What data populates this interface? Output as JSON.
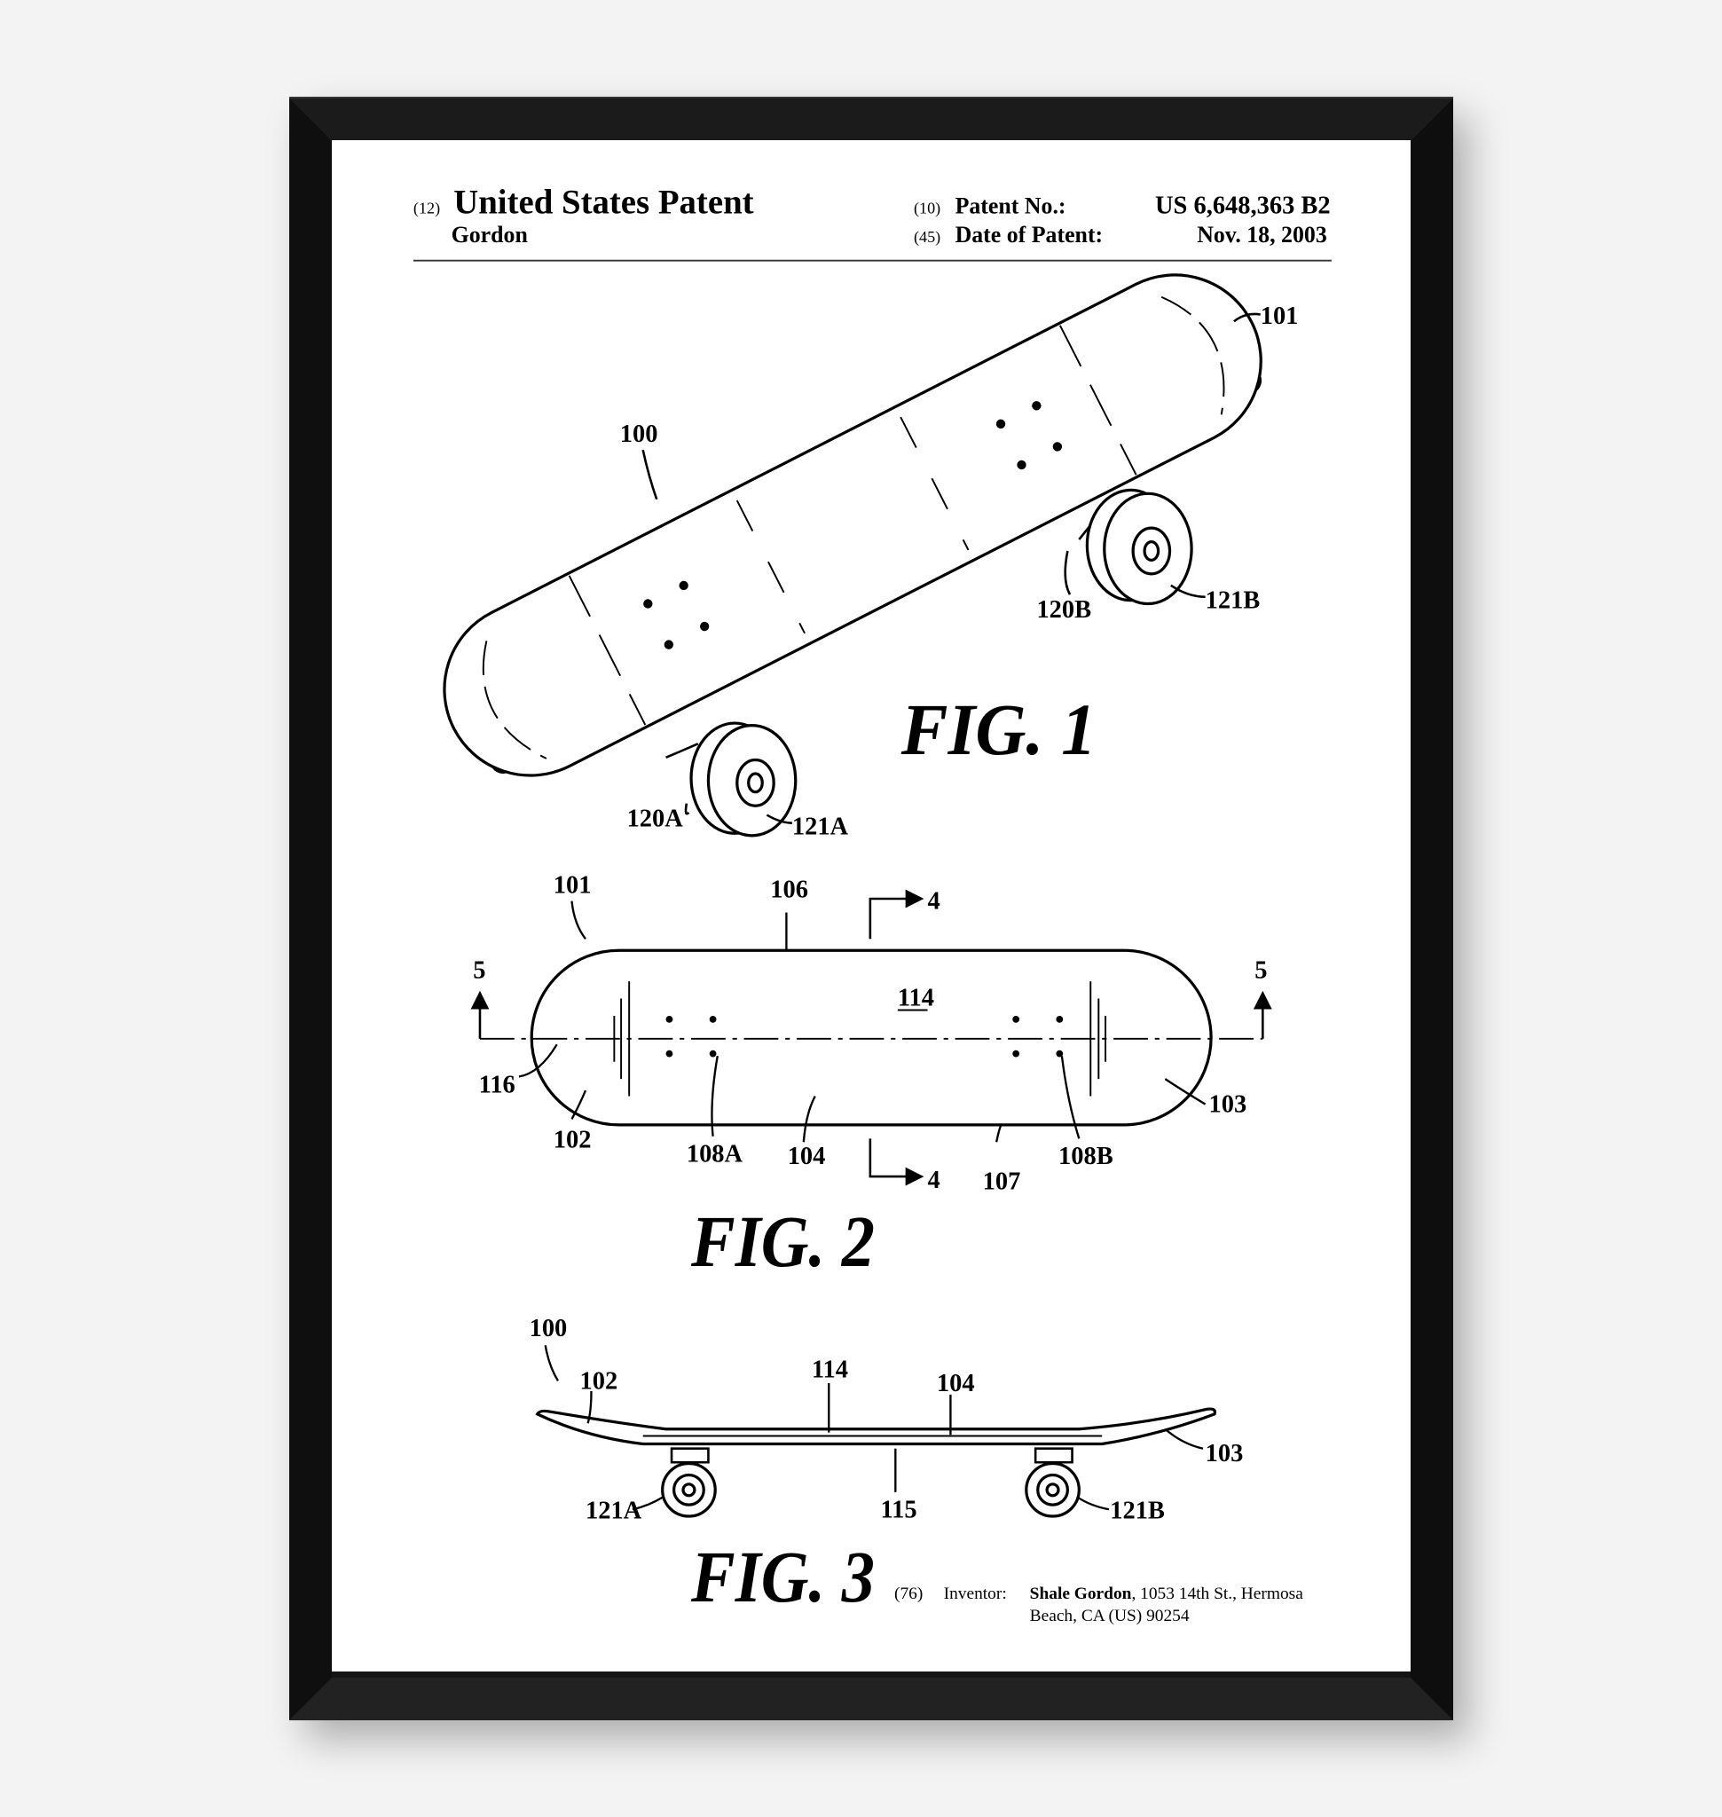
{
  "header": {
    "code12": "(12)",
    "title": "United States Patent",
    "inventor_short": "Gordon",
    "code10": "(10)",
    "patent_no_label": "Patent No.:",
    "patent_no": "US 6,648,363 B2",
    "code45": "(45)",
    "date_label": "Date of Patent:",
    "date": "Nov. 18, 2003"
  },
  "fig1": {
    "caption": "FIG. 1",
    "labels": {
      "assembly": "100",
      "deck": "101",
      "truck_b": "120B",
      "wheel_b": "121B",
      "truck_a": "120A",
      "wheel_a": "121A"
    }
  },
  "fig2": {
    "caption": "FIG. 2",
    "labels": {
      "deck": "101",
      "edge_top": "106",
      "section4_top": "4",
      "section5_left": "5",
      "section5_right": "5",
      "surface": "114",
      "centerline": "116",
      "nose": "102",
      "holes_a": "108A",
      "middle": "104",
      "section4_bottom": "4",
      "edge_bottom": "107",
      "holes_b": "108B",
      "tail": "103"
    }
  },
  "fig3": {
    "caption": "FIG. 3",
    "labels": {
      "assembly": "100",
      "nose": "102",
      "top": "114",
      "middle": "104",
      "tail": "103",
      "wheel_a": "121A",
      "bottom": "115",
      "wheel_b": "121B"
    }
  },
  "inventor": {
    "code": "(76)",
    "label": "Inventor:",
    "name": "Shale Gordon",
    "address_line1": ", 1053 14th St., Hermosa",
    "address_line2": "Beach, CA (US) 90254"
  }
}
